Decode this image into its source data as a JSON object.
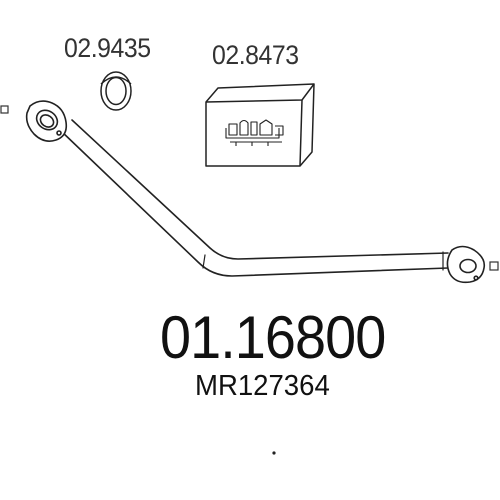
{
  "diagram": {
    "part_number": "01.16800",
    "oem_number": "MR127364",
    "accessories": [
      {
        "code": "02.9435",
        "icon": "clamp-ring-icon"
      },
      {
        "code": "02.8473",
        "icon": "mounting-kit-box-icon"
      }
    ],
    "stroke_color": "#222222",
    "background_color": "#ffffff"
  }
}
